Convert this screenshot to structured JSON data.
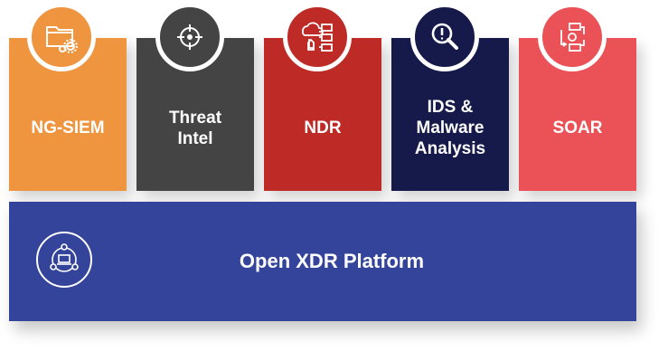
{
  "colors": {
    "ng_siem": "#ef9540",
    "threat_intel": "#444444",
    "ndr": "#be2a25",
    "ids": "#151a4a",
    "soar": "#ea5258",
    "platform": "#34449a"
  },
  "modules": [
    {
      "label": "NG-SIEM",
      "icon": "folder-gears-icon"
    },
    {
      "label": "Threat\nIntel",
      "icon": "crosshair-icon"
    },
    {
      "label": "NDR",
      "icon": "cloud-network-icon"
    },
    {
      "label": "IDS &\nMalware\nAnalysis",
      "icon": "magnifier-alert-icon"
    },
    {
      "label": "SOAR",
      "icon": "workflow-icon"
    }
  ],
  "platform": {
    "label": "Open XDR Platform",
    "icon": "connected-laptop-icon"
  }
}
